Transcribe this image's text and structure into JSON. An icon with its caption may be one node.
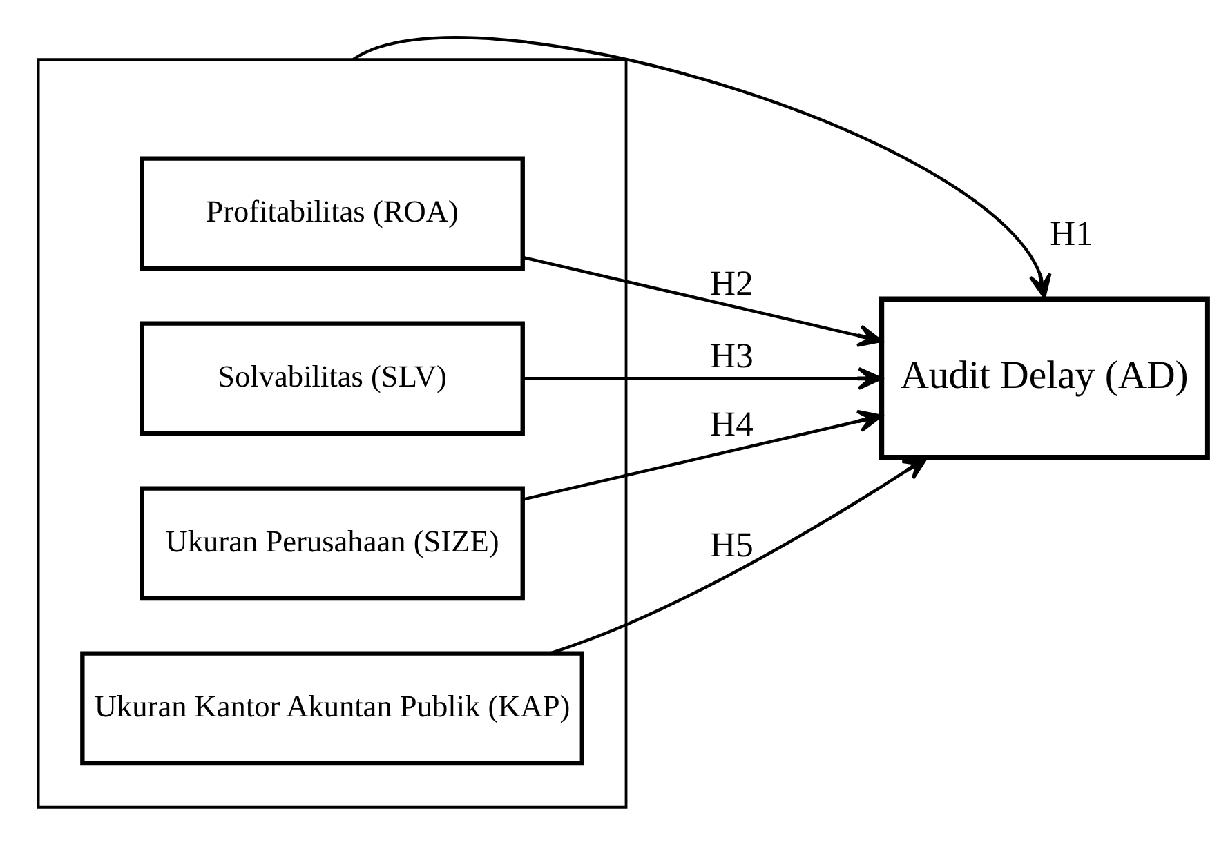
{
  "diagram": {
    "nodes": [
      {
        "text": [],
        "shape": "box"
      },
      {
        "text": [
          "Profitabilitas (ROA)"
        ],
        "in": 0
      },
      {
        "text": [
          "Solvabilitas (SLV)"
        ],
        "in": 0
      },
      {
        "text": [
          "Ukuran Perusahaan (SIZE)"
        ],
        "in": 0
      },
      {
        "text": [
          "Ukuran Kantor Akuntan Publik (KAP)"
        ],
        "in": 0
      },
      {
        "text": [
          "Audit Delay (AD)"
        ]
      }
    ],
    "edges": [
      {
        "from": 0,
        "to": 5,
        "arrow": "to",
        "label": "H1"
      },
      {
        "from": 1,
        "to": 5,
        "arrow": "to",
        "label": "H2"
      },
      {
        "from": 2,
        "to": 5,
        "arrow": "to",
        "label": "H3"
      },
      {
        "from": 3,
        "to": 5,
        "arrow": "to",
        "label": "H4"
      },
      {
        "from": 4,
        "to": 5,
        "arrow": "to",
        "label": "H5"
      }
    ]
  }
}
